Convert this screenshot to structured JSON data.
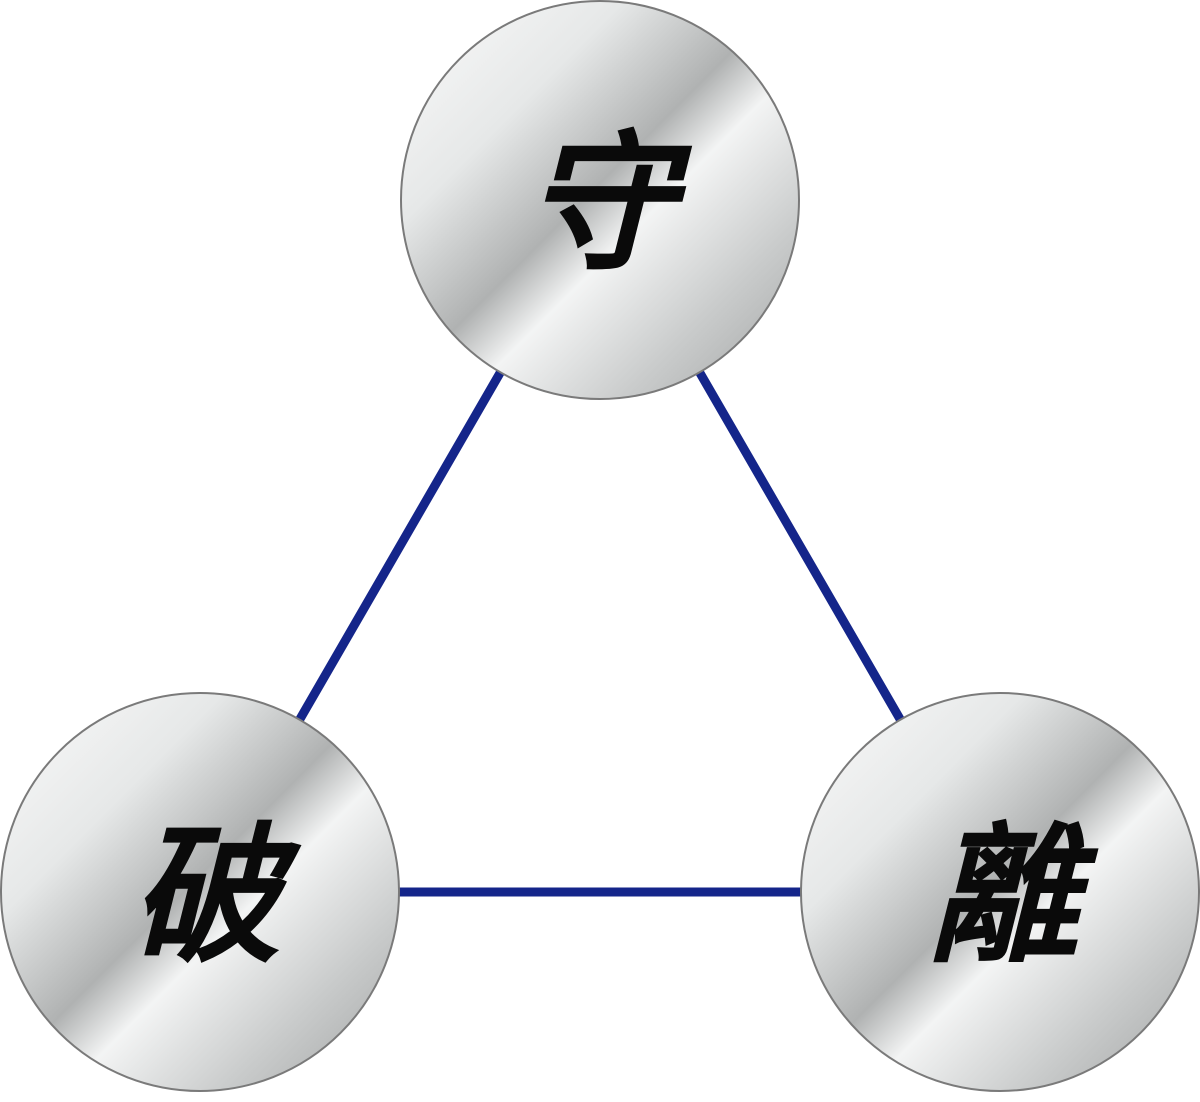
{
  "colors": {
    "edge": "#14258a",
    "node_outline": "#7a7a7a",
    "node_light": "#f4f5f5",
    "node_mid": "#d6d8d8",
    "node_dark": "#a9abab",
    "label": "#0a0a0a"
  },
  "nodes": [
    {
      "id": "shu",
      "label": "守"
    },
    {
      "id": "ha",
      "label": "破"
    },
    {
      "id": "ri",
      "label": "離"
    }
  ],
  "edges": [
    {
      "from": "shu",
      "to": "ri"
    },
    {
      "from": "shu",
      "to": "ha"
    },
    {
      "from": "ha",
      "to": "ri"
    }
  ]
}
